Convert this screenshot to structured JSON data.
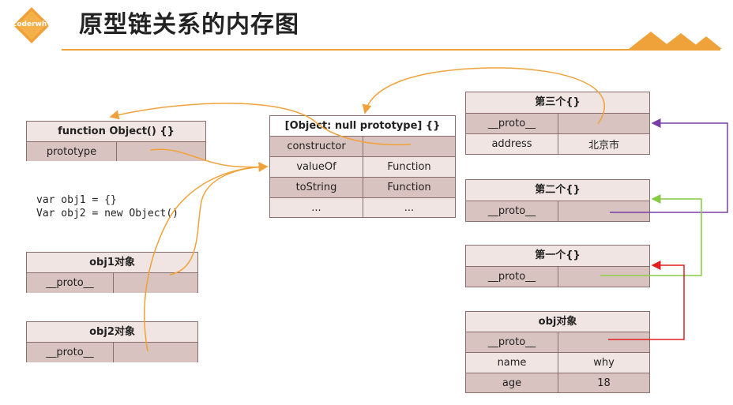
{
  "header": {
    "logo_text": "coderwhy",
    "title": "原型链关系的内存图"
  },
  "code_lines": [
    "var obj1 = {}",
    "Var obj2 = new Object()"
  ],
  "boxes": {
    "object_fn": {
      "header": "function Object() {}",
      "rows": [
        [
          "prototype",
          ""
        ]
      ]
    },
    "obj1": {
      "header": "obj1对象",
      "rows": [
        [
          "__proto__",
          ""
        ]
      ]
    },
    "obj2": {
      "header": "obj2对象",
      "rows": [
        [
          "__proto__",
          ""
        ]
      ]
    },
    "null_proto": {
      "header": "[Object: null prototype] {}",
      "rows": [
        [
          "constructor",
          ""
        ],
        [
          "valueOf",
          "Function"
        ],
        [
          "toString",
          "Function"
        ],
        [
          "...",
          "..."
        ]
      ]
    },
    "third": {
      "header": "第三个{}",
      "rows": [
        [
          "__proto__",
          ""
        ],
        [
          "address",
          "北京市"
        ]
      ]
    },
    "second": {
      "header": "第二个{}",
      "rows": [
        [
          "__proto__",
          ""
        ]
      ]
    },
    "first": {
      "header": "第一个{}",
      "rows": [
        [
          "__proto__",
          ""
        ]
      ]
    },
    "obj": {
      "header": "obj对象",
      "rows": [
        [
          "__proto__",
          ""
        ],
        [
          "name",
          "why"
        ],
        [
          "age",
          "18"
        ]
      ]
    }
  },
  "colors": {
    "accent_orange": "#f0a23a",
    "arrow_purple": "#7a3ea8",
    "arrow_green": "#88cc44",
    "arrow_red": "#e02020",
    "cell_dark": "#d9c3c1",
    "cell_light": "#f1e5e3"
  }
}
